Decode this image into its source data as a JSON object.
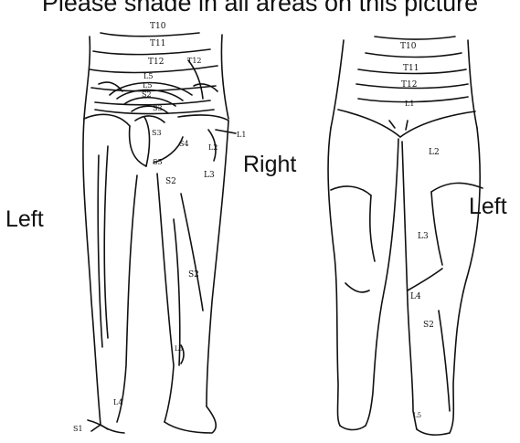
{
  "instruction": "Please shade in all areas on this picture",
  "side_labels": {
    "back_left": "Left",
    "back_right": "Right",
    "front_left": "Left"
  },
  "back_view": {
    "dermatomes": [
      "T10",
      "T11",
      "T12",
      "T12",
      "L5",
      "L5",
      "S2",
      "S3",
      "S3",
      "S4",
      "S5",
      "L1",
      "L2",
      "L3",
      "S2",
      "S2",
      "L4",
      "S1",
      "L5"
    ]
  },
  "front_view": {
    "dermatomes": [
      "T10",
      "T11",
      "T12",
      "L1",
      "L2",
      "L3",
      "L4",
      "S2",
      "L5"
    ]
  }
}
